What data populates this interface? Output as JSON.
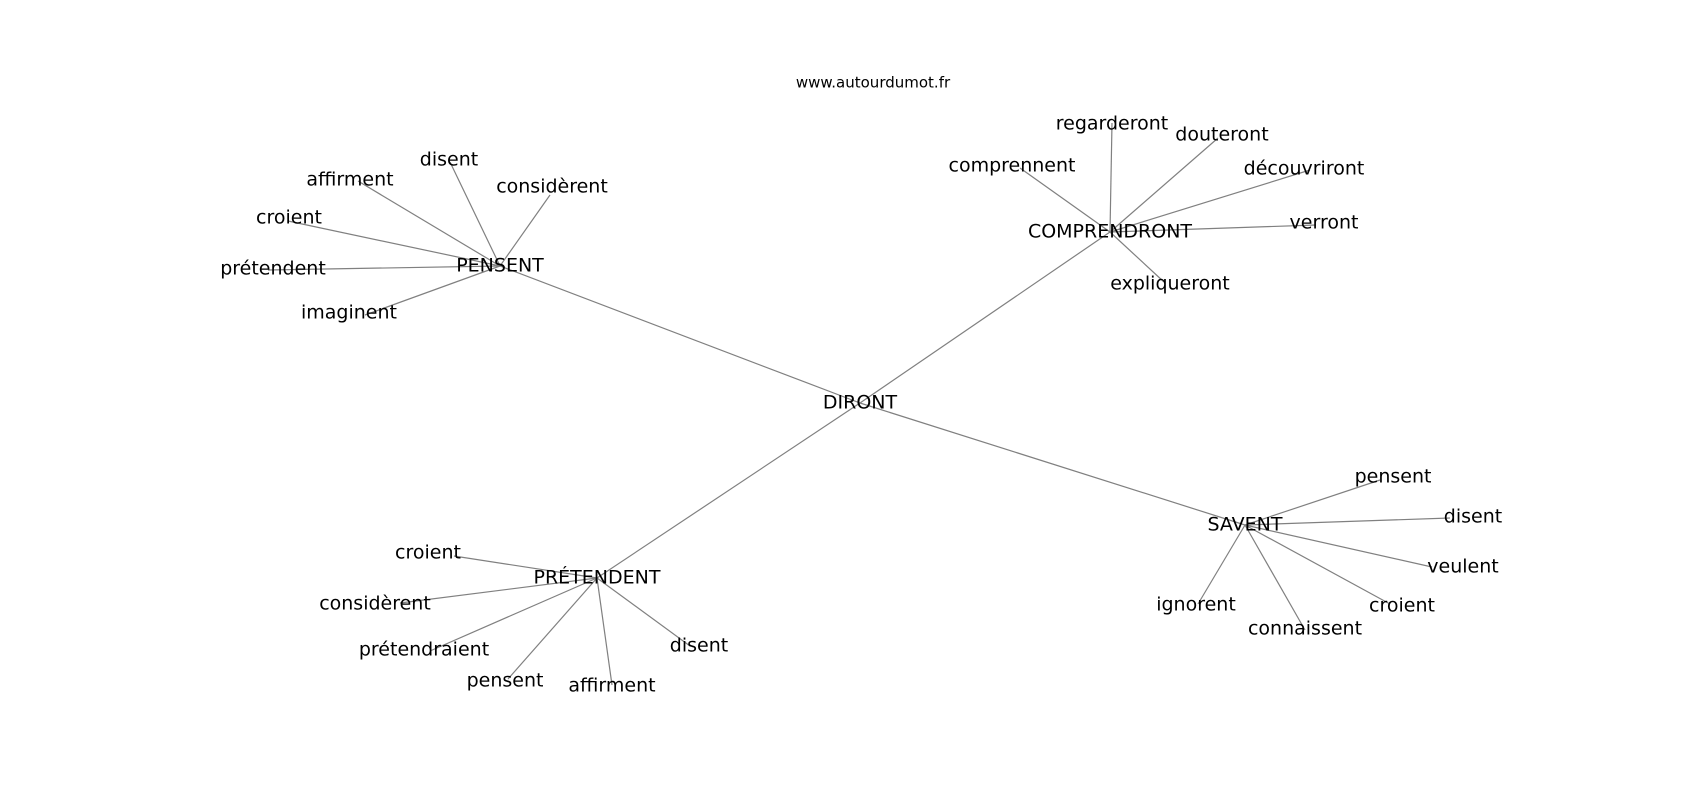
{
  "watermark": "www.autourdumot.fr",
  "center": "DIRONT",
  "hubs": [
    {
      "word": "PENSENT",
      "leaves": [
        "affirment",
        "disent",
        "considèrent",
        "croient",
        "prétendent",
        "imaginent"
      ]
    },
    {
      "word": "COMPRENDRONT",
      "leaves": [
        "regarderont",
        "douteront",
        "comprennent",
        "découvriront",
        "verront",
        "expliqueront"
      ]
    },
    {
      "word": "PRÉTENDENT",
      "leaves": [
        "croient",
        "considèrent",
        "prétendraient",
        "pensent",
        "affirment",
        "disent"
      ]
    },
    {
      "word": "SAVENT",
      "leaves": [
        "pensent",
        "disent",
        "veulent",
        "ignorent",
        "croient",
        "connaissent"
      ]
    }
  ]
}
